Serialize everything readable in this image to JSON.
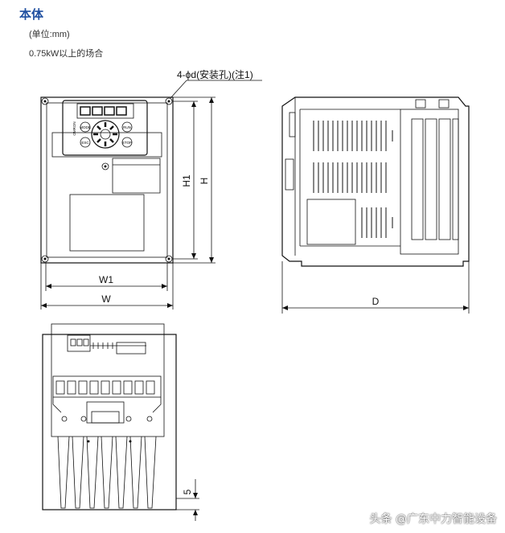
{
  "page": {
    "title": "本体",
    "unit_note": "(单位:mm)",
    "scope_note": "0.75kW以上的场合"
  },
  "diagram": {
    "hole_callout": "4-ϕd(安装孔)(注1)",
    "dimensions": {
      "w1": "W1",
      "w": "W",
      "h1": "H1",
      "h": "H",
      "d": "D",
      "bottom_gap": "5"
    },
    "keypad": {
      "run": "RUN",
      "stop": "STOP",
      "mode": "MODE",
      "esc": "ESC",
      "omron": "OMRON"
    }
  },
  "watermark": "头条 @广东中力智能设备"
}
